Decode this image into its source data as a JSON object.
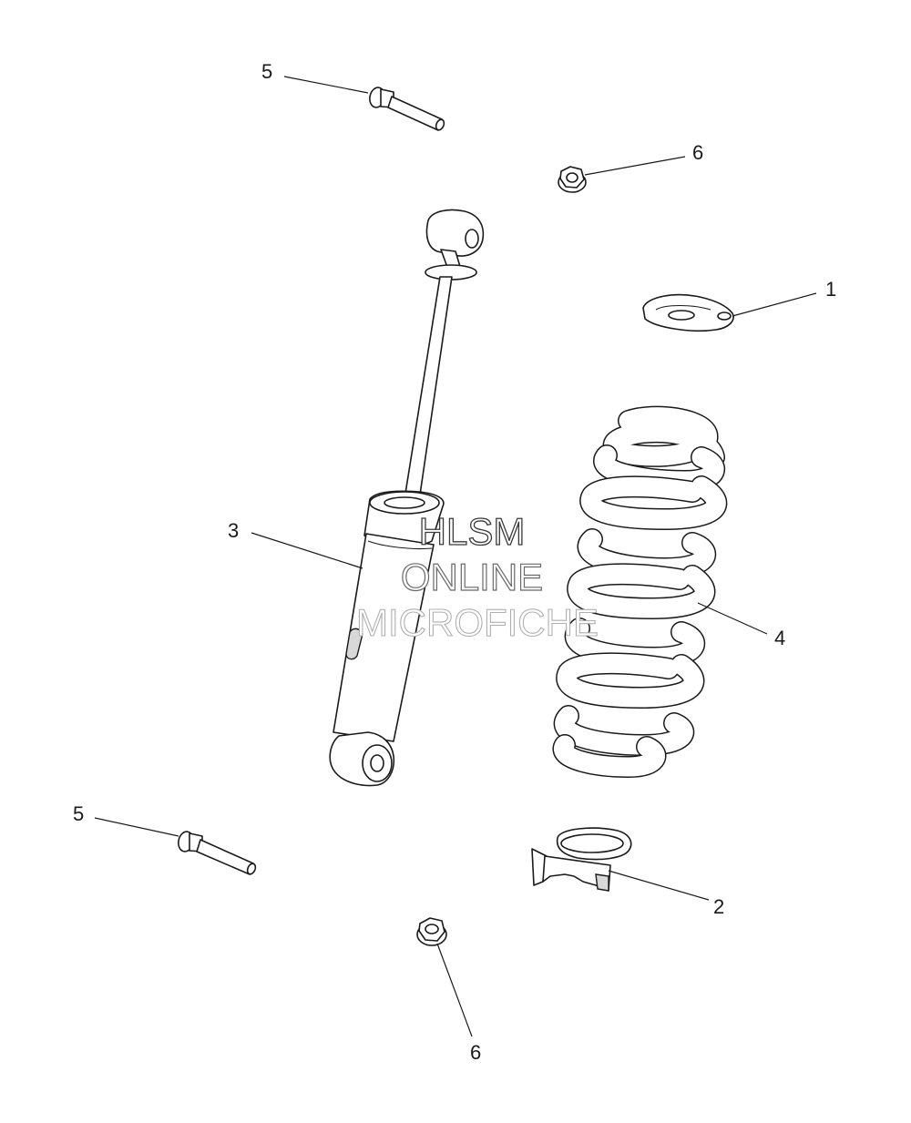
{
  "diagram": {
    "callouts": [
      {
        "id": "callout-5-top",
        "label": "5",
        "part": "bolt"
      },
      {
        "id": "callout-6-top",
        "label": "6",
        "part": "nut"
      },
      {
        "id": "callout-1",
        "label": "1",
        "part": "upper-spring-seat"
      },
      {
        "id": "callout-3",
        "label": "3",
        "part": "shock-absorber"
      },
      {
        "id": "callout-4",
        "label": "4",
        "part": "coil-spring"
      },
      {
        "id": "callout-5-bottom",
        "label": "5",
        "part": "bolt"
      },
      {
        "id": "callout-2",
        "label": "2",
        "part": "lower-spring-seat"
      },
      {
        "id": "callout-6-bottom",
        "label": "6",
        "part": "nut"
      }
    ]
  },
  "watermark": {
    "line1": "HLSM",
    "line2": "ONLINE",
    "line3": "MICROFICHE"
  }
}
